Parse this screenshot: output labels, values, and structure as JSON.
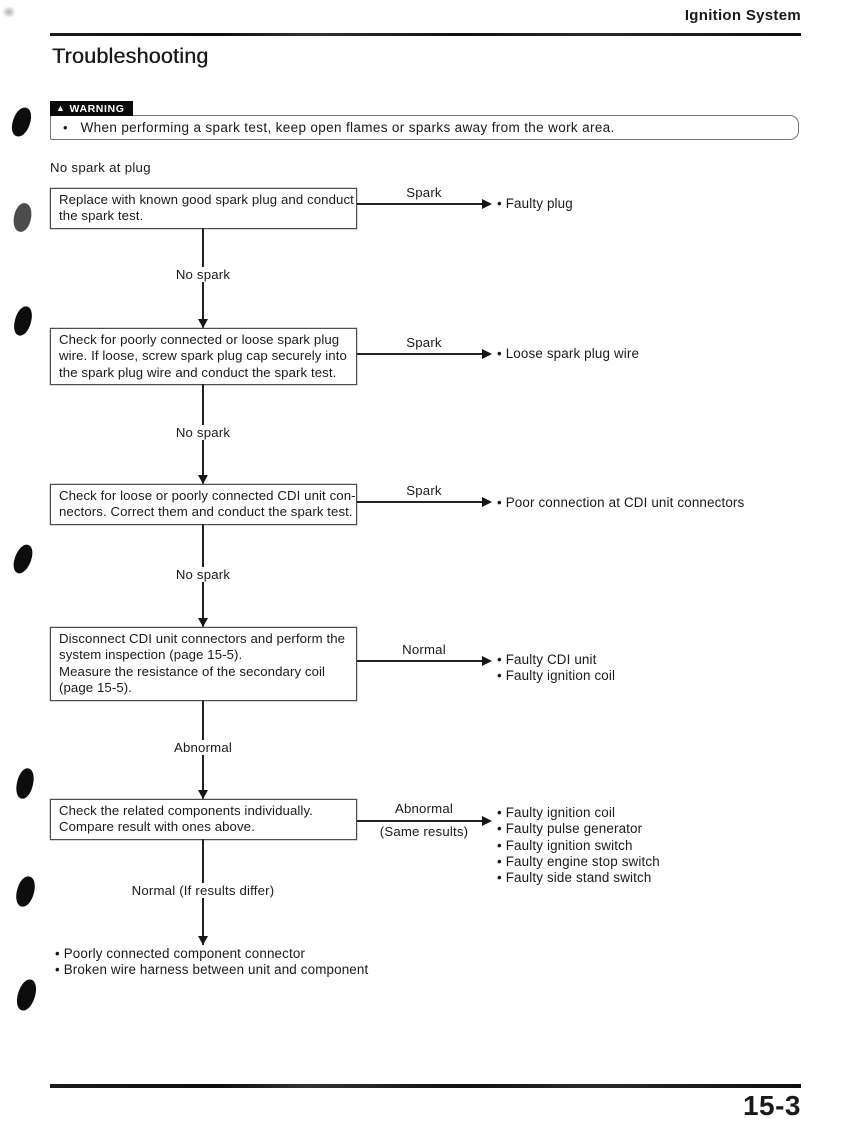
{
  "page": {
    "header_title": "Ignition System",
    "title": "Troubleshooting",
    "page_number": "15-3"
  },
  "colors": {
    "paper": "#ffffff",
    "ink": "#1a1a1a",
    "warning_badge_bg": "#0a0a0a",
    "warning_badge_text": "#ffffff"
  },
  "warning": {
    "icon": "▲",
    "badge_label": "WARNING",
    "bullet": "•",
    "text": "When performing a spark test, keep open flames or sparks away from the work area."
  },
  "flowchart": {
    "start_label": "No spark at plug",
    "steps": [
      {
        "box_lines": [
          "Replace with known good spark plug and conduct",
          "the spark test."
        ],
        "branch_label": "Spark",
        "results": [
          "• Faulty plug"
        ],
        "down_label": "No spark"
      },
      {
        "box_lines": [
          "Check for poorly connected or loose spark plug",
          "wire. If loose, screw spark plug cap securely into",
          "the spark plug wire and conduct the spark test."
        ],
        "branch_label": "Spark",
        "results": [
          "• Loose spark plug wire"
        ],
        "down_label": "No spark"
      },
      {
        "box_lines": [
          "Check for loose or poorly connected CDI unit con-",
          "nectors. Correct them and conduct the spark test."
        ],
        "branch_label": "Spark",
        "results": [
          "• Poor connection at CDI unit connectors"
        ],
        "down_label": "No spark"
      },
      {
        "box_lines": [
          "Disconnect CDI unit connectors and perform the",
          "system inspection (page 15-5).",
          "Measure the resistance of the secondary coil",
          "(page 15-5)."
        ],
        "branch_label": "Normal",
        "results": [
          "• Faulty CDI unit",
          "• Faulty ignition coil"
        ],
        "down_label": "Abnormal"
      },
      {
        "box_lines": [
          "Check the related components individually.",
          "Compare result with ones above."
        ],
        "branch_label": "Abnormal",
        "branch_sublabel": "(Same results)",
        "results": [
          "• Faulty ignition coil",
          "• Faulty pulse generator",
          "• Faulty ignition switch",
          "• Faulty engine stop switch",
          "• Faulty side stand switch"
        ],
        "down_label": "Normal (If results differ)"
      }
    ],
    "final_results": [
      "• Poorly connected component connector",
      "• Broken wire harness between unit and component"
    ]
  }
}
